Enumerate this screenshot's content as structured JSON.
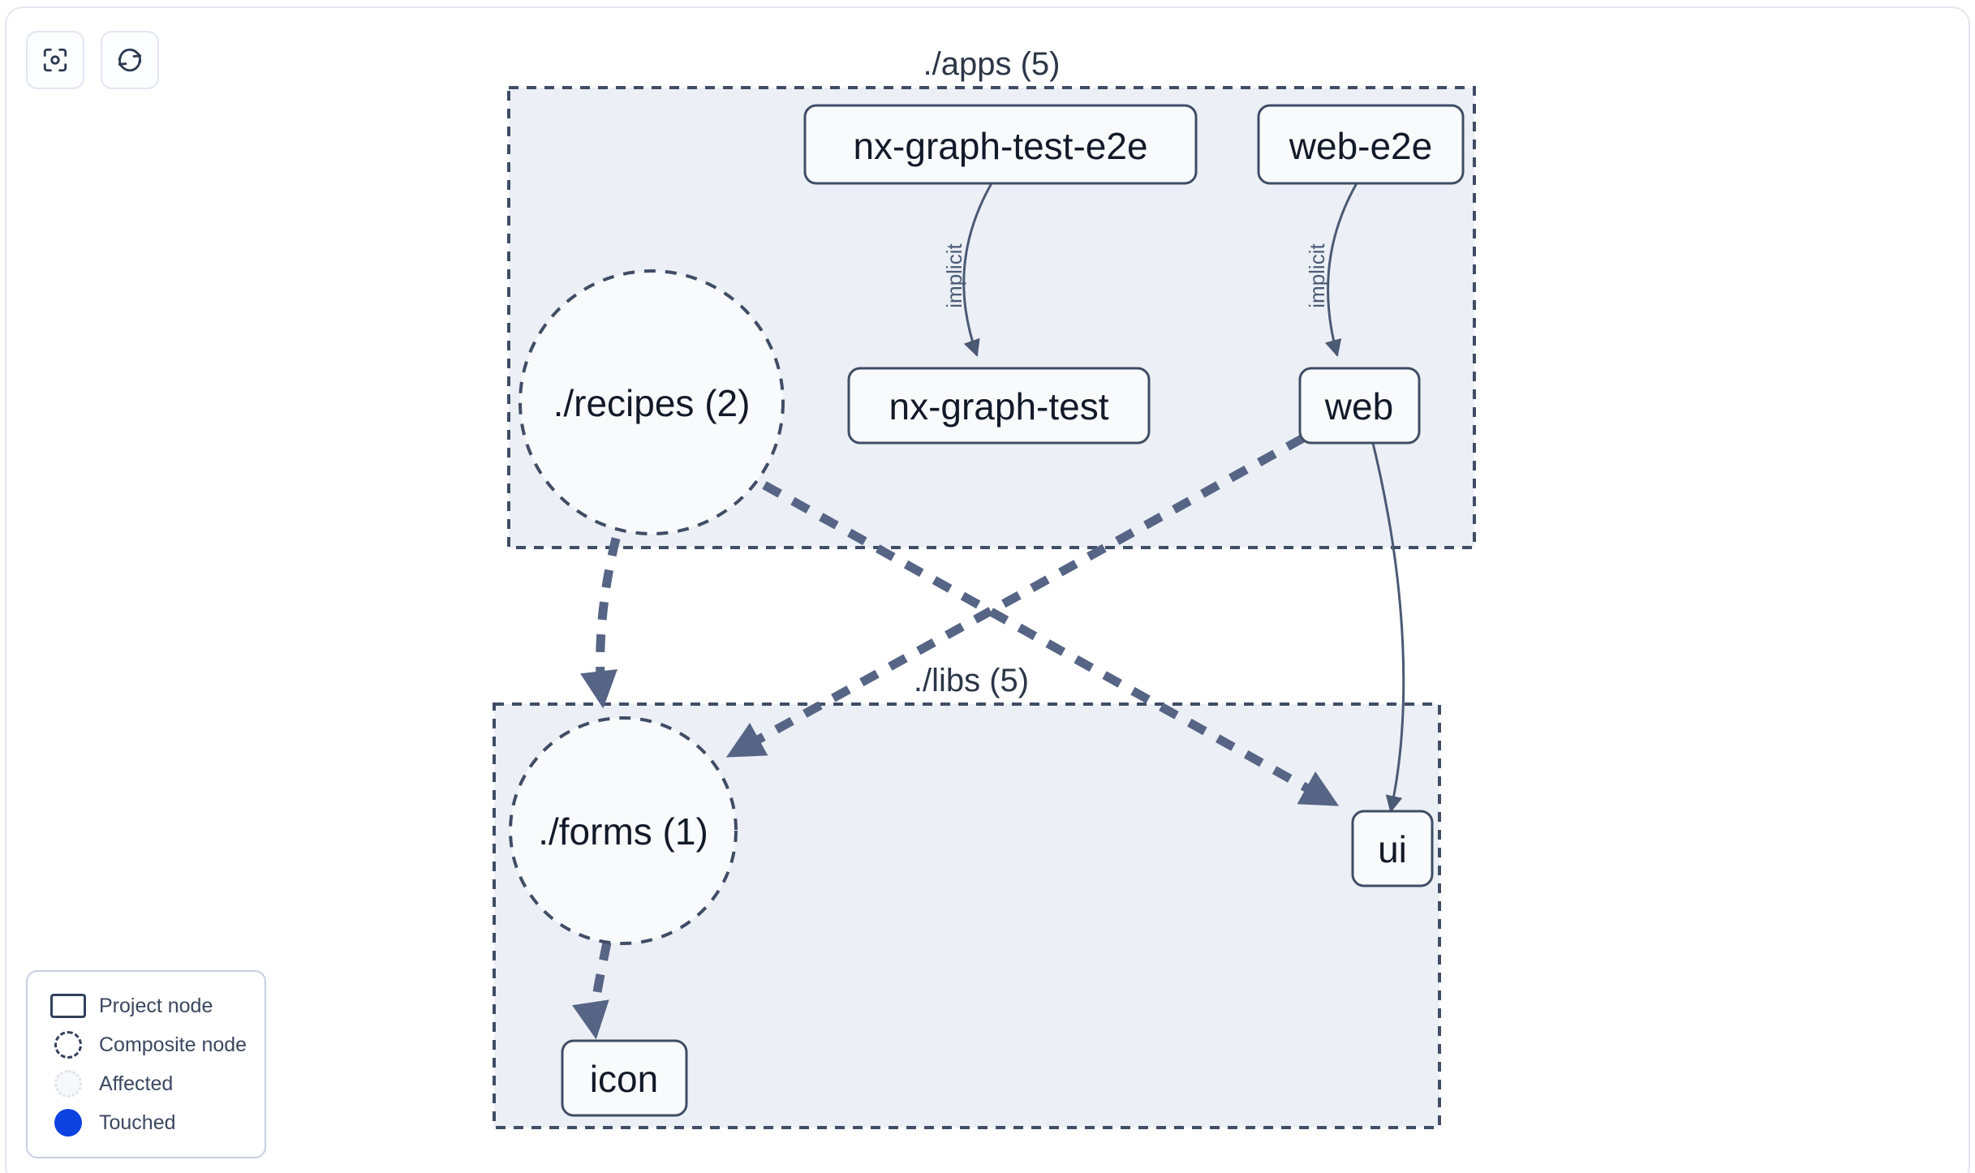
{
  "toolbar": {
    "buttons": [
      {
        "name": "focus-graph-button",
        "icon": "focus-target-icon",
        "label": "Focus graph"
      },
      {
        "name": "refresh-graph-button",
        "icon": "refresh-icon",
        "label": "Refresh graph"
      }
    ]
  },
  "groups": [
    {
      "id": "apps",
      "label": "./apps (5)"
    },
    {
      "id": "libs",
      "label": "./libs (5)"
    }
  ],
  "nodes": {
    "nx_graph_test_e2e": {
      "label": "nx-graph-test-e2e",
      "type": "project"
    },
    "web_e2e": {
      "label": "web-e2e",
      "type": "project"
    },
    "nx_graph_test": {
      "label": "nx-graph-test",
      "type": "project"
    },
    "web": {
      "label": "web",
      "type": "project"
    },
    "ui": {
      "label": "ui",
      "type": "project"
    },
    "icon": {
      "label": "icon",
      "type": "project"
    },
    "recipes": {
      "label": "./recipes (2)",
      "type": "composite"
    },
    "forms": {
      "label": "./forms (1)",
      "type": "composite"
    }
  },
  "edges": [
    {
      "id": "e1",
      "from": "nx-graph-test-e2e",
      "to": "nx-graph-test",
      "label": "implicit",
      "style": "solid"
    },
    {
      "id": "e2",
      "from": "web-e2e",
      "to": "web",
      "label": "implicit",
      "style": "solid"
    },
    {
      "id": "e3",
      "from": "web",
      "to": "ui",
      "label": "",
      "style": "solid"
    },
    {
      "id": "e4",
      "from": "./recipes (2)",
      "to": "./forms (1)",
      "label": "",
      "style": "dashed"
    },
    {
      "id": "e5",
      "from": "./recipes (2)",
      "to": "ui",
      "label": "",
      "style": "dashed"
    },
    {
      "id": "e6",
      "from": "web",
      "to": "./forms (1)",
      "label": "",
      "style": "dashed"
    },
    {
      "id": "e7",
      "from": "./forms (1)",
      "to": "icon",
      "label": "",
      "style": "dashed"
    }
  ],
  "legend": {
    "items": [
      {
        "key": "project",
        "label": "Project node",
        "swatch": "rect-outline"
      },
      {
        "key": "composite",
        "label": "Composite node",
        "swatch": "dashed-circle"
      },
      {
        "key": "affected",
        "label": "Affected",
        "swatch": "dotted-circle"
      },
      {
        "key": "touched",
        "label": "Touched",
        "swatch": "filled-circle",
        "color": "#0b42e0"
      }
    ]
  },
  "colors": {
    "group_fill": "#eceff5",
    "group_stroke": "#3f4d66",
    "node_fill": "#f9fafc",
    "node_stroke": "#3f4d66",
    "edge": "#4a5a75",
    "edge_dashed": "#566585",
    "touched": "#0b42e0",
    "card_border": "#e3e6f0"
  }
}
